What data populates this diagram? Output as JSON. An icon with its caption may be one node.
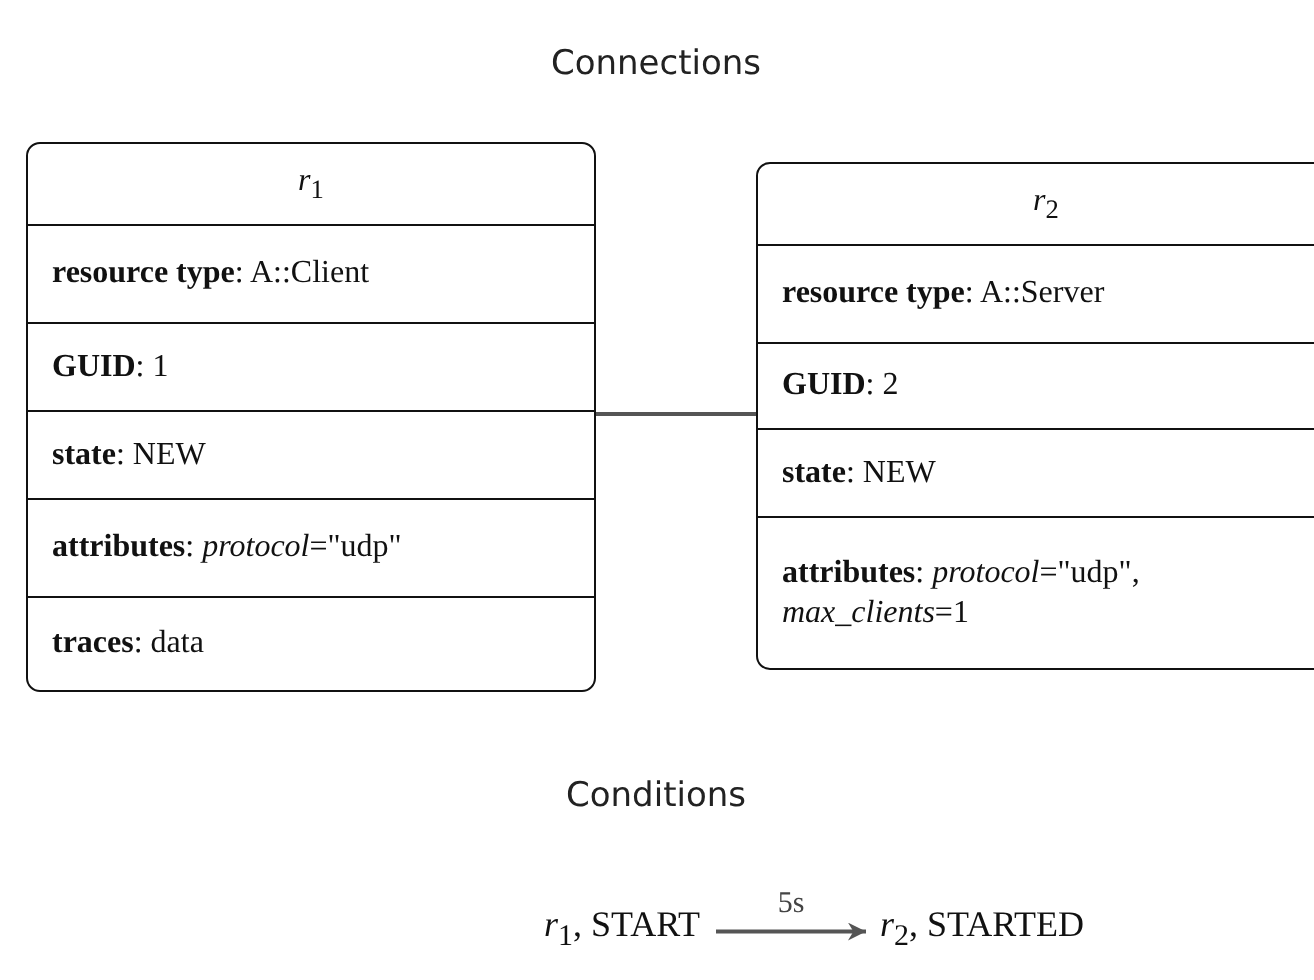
{
  "diagram": {
    "nodes": [
      {
        "text": [
          "*r*$_{1}$",
          "**resource type**: A::Client",
          "**GUID**: 1",
          "**state**: NEW",
          "**attributes**: *protocol*=\"udp\"",
          "**traces**: data"
        ]
      },
      {
        "text": [
          "*r*$_{2}$",
          "**resource type**: A::Server",
          "**GUID**: 2",
          "**state**: NEW",
          "**attributes**: *protocol*=\"udp\", *max_clients*=1"
        ]
      },
      {
        "text": [
          "*r*$_{1}$, START"
        ]
      },
      {
        "text": [
          "*r*$_{2}$, STARTED"
        ]
      }
    ],
    "edges": [
      {
        "from": 0,
        "to": 1,
        "arrow": "none"
      },
      {
        "from": 2,
        "to": 3,
        "arrow": "to",
        "label": "5s"
      }
    ],
    "labels": [
      "Connections",
      "Conditions"
    ]
  }
}
